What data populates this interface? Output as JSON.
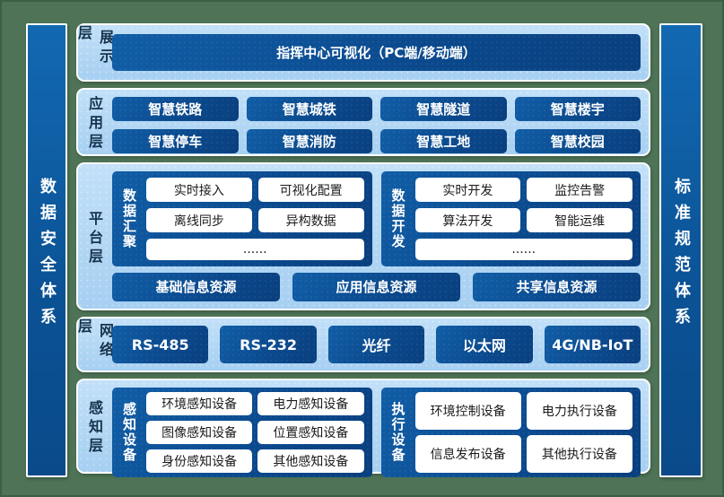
{
  "colors": {
    "background_green": "#4e7356",
    "pillar_blue": "#0d5ba0",
    "panel_light_blue": "#b4d8f5",
    "box_dark_blue": "#0b4a8e",
    "box_white": "#ffffff",
    "label_navy": "#16334e"
  },
  "left_bar": {
    "label": "数据安全体系"
  },
  "right_bar": {
    "label": "标准规范体系"
  },
  "layers": {
    "display": {
      "label": "展示层",
      "box": "指挥中心可视化（PC端/移动端）"
    },
    "app": {
      "label": "应用层",
      "items": [
        "智慧铁路",
        "智慧城铁",
        "智慧隧道",
        "智慧楼宇",
        "智慧停车",
        "智慧消防",
        "智慧工地",
        "智慧校园"
      ]
    },
    "platform": {
      "label": "平台层",
      "groups": [
        {
          "title": "数据汇聚",
          "items": [
            "实时接入",
            "可视化配置",
            "离线同步",
            "异构数据"
          ],
          "more": "......"
        },
        {
          "title": "数据开发",
          "items": [
            "实时开发",
            "监控告警",
            "算法开发",
            "智能运维"
          ],
          "more": "......"
        }
      ],
      "resources": [
        "基础信息资源",
        "应用信息资源",
        "共享信息资源"
      ]
    },
    "network": {
      "label": "网络层",
      "items": [
        "RS-485",
        "RS-232",
        "光纤",
        "以太网",
        "4G/NB-IoT"
      ]
    },
    "perception": {
      "label": "感知层",
      "groups": [
        {
          "title": "感知设备",
          "items": [
            "环境感知设备",
            "电力感知设备",
            "图像感知设备",
            "位置感知设备",
            "身份感知设备",
            "其他感知设备"
          ]
        },
        {
          "title": "执行设备",
          "items": [
            "环境控制设备",
            "电力执行设备",
            "信息发布设备",
            "其他执行设备"
          ]
        }
      ]
    }
  }
}
